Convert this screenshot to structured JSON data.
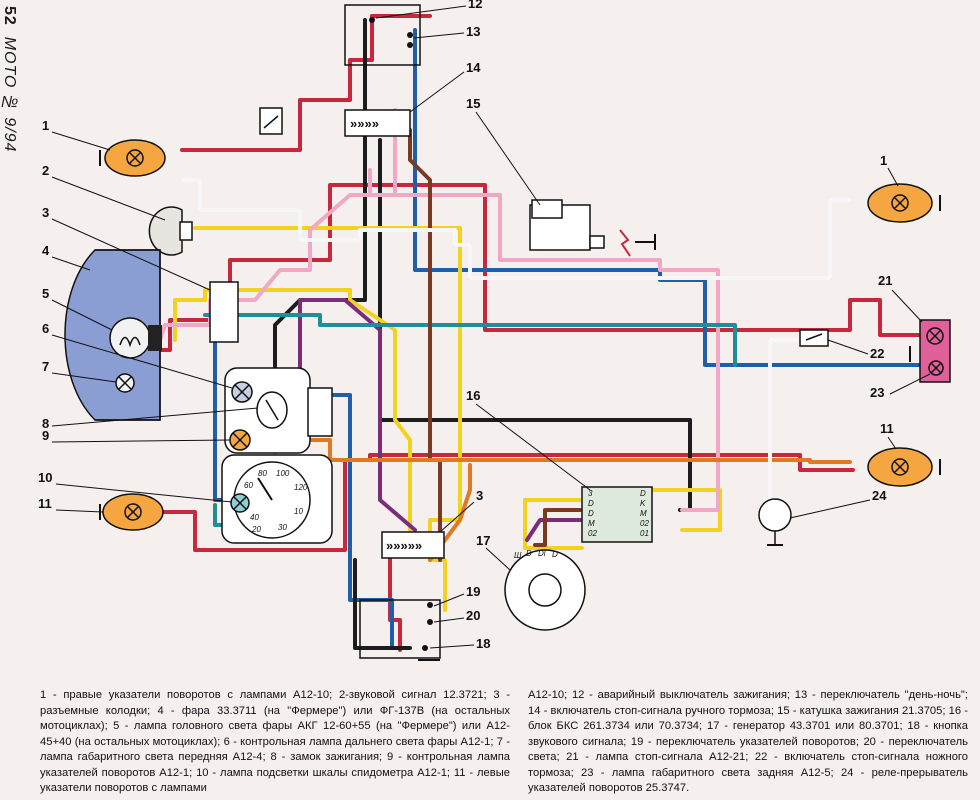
{
  "page": {
    "number": "52",
    "magazine": "МОТО № 9/94"
  },
  "callouts": [
    "1",
    "2",
    "3",
    "4",
    "5",
    "6",
    "7",
    "8",
    "9",
    "10",
    "11",
    "12",
    "13",
    "14",
    "15",
    "16",
    "17",
    "18",
    "19",
    "20",
    "21",
    "22",
    "23",
    "24"
  ],
  "block_labels": {
    "bks_left": [
      "3",
      "D",
      "D",
      "M",
      "02"
    ],
    "bks_right": [
      "D",
      "K",
      "M",
      "02",
      "01"
    ],
    "generator": [
      "Ш",
      "D",
      "Dl",
      "D"
    ]
  },
  "speedo_ticks": [
    "60",
    "80",
    "100",
    "120",
    "40",
    "20",
    "30",
    "10"
  ],
  "colors": {
    "red": "#c8283e",
    "blue": "#1f5ea8",
    "black": "#1c1c1c",
    "yellow": "#f2d21f",
    "pink": "#f0a8c4",
    "purple": "#7a2d7a",
    "teal": "#1e8f98",
    "brown": "#7a3a22",
    "orange": "#e07a22",
    "white": "#f7f7f7",
    "lamp": "#f6a640"
  },
  "caption": {
    "left": "1 - правые указатели поворотов с лампами А12-10; 2-звуковой сигнал 12.3721; 3 - разъемные колодки; 4 - фара 33.3711 (на \"Фермере\") или ФГ-137В (на остальных мотоциклах); 5 - лампа головного света фары АКГ 12-60+55 (на \"Фермере\") или А12-45+40 (на остальных мотоциклах); 6 - контрольная лампа дальнего света фары А12-1; 7 - лампа габаритного света передняя А12-4; 8 - замок зажигания; 9 - контрольная лампа указателей поворотов А12-1; 10 - лампа подсветки шкалы спидометра А12-1; 11 - левые указатели поворотов с лампами",
    "right": "А12-10; 12 - аварийный выключатель зажигания; 13 - переключатель \"день-ночь\"; 14 - включатель стоп-сигнала ручного тормоза; 15 - катушка зажигания 21.3705; 16 - блок БКС 261.3734 или 70.3734; 17 - генератор 43.3701 или 80.3701; 18 - кнопка звукового сигнала; 19 - переключатель указателей поворотов; 20 - переключатель света; 21 - лампа стоп-сигнала А12-21; 22 - включатель стоп-сигнала ножного тормоза; 23 - лампа габаритного света задняя А12-5; 24 - реле-прерыватель указателей поворотов 25.3747."
  }
}
